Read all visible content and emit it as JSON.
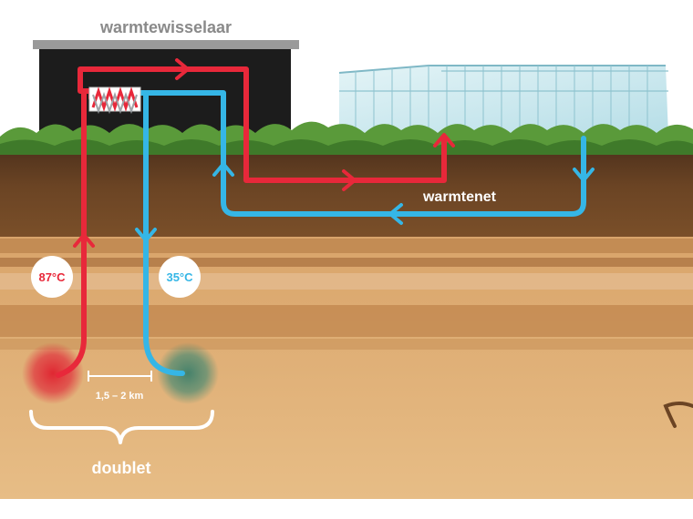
{
  "labels": {
    "heat_exchanger": "warmtewisselaar",
    "heat_network": "warmtenet",
    "temp_hot": "87°C",
    "temp_cold": "35°C",
    "distance": "1,5 – 2 km",
    "doublet": "doublet"
  },
  "colors": {
    "hot_pipe": "#e8283a",
    "cold_pipe": "#35b6e6",
    "grass": "#5a9a3a",
    "topsoil": "#5b3a22",
    "sand": "#deb07a",
    "building": "#1c1c1c",
    "greenhouse": "#bfe4ec"
  },
  "icons": [
    "heat-exchanger-icon",
    "flow-arrow-icon",
    "greenhouse-icon",
    "building-icon"
  ]
}
